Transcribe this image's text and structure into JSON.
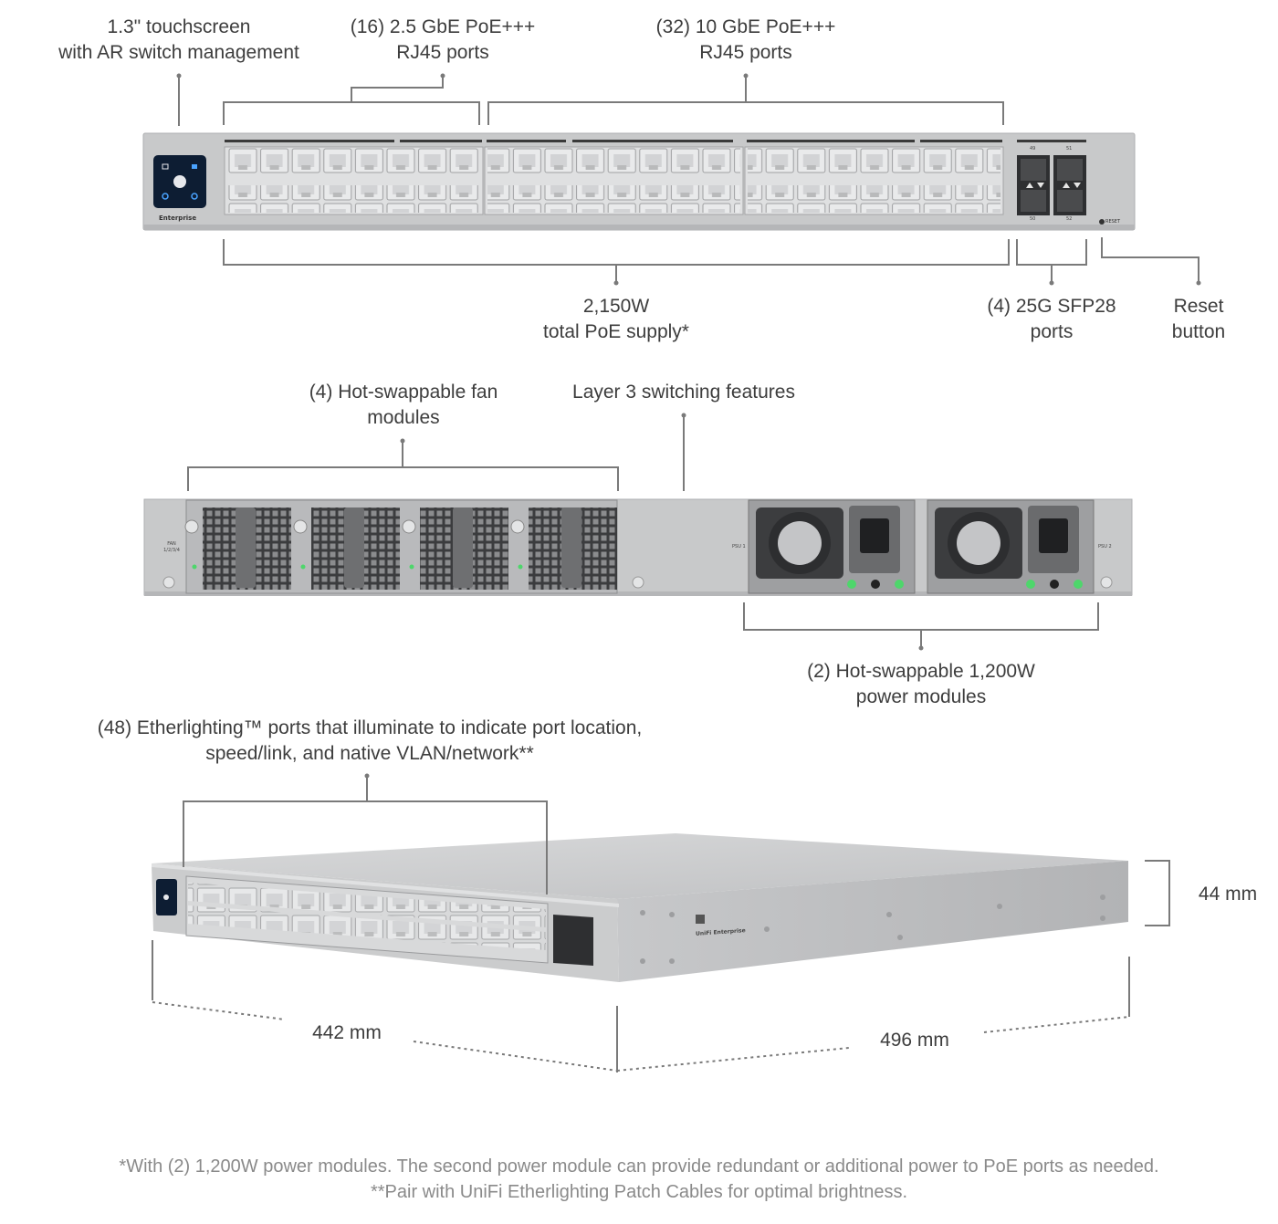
{
  "front_view": {
    "touchscreen": [
      "1.3\" touchscreen",
      "with AR switch management"
    ],
    "ports_2_5g": [
      "(16) 2.5 GbE PoE+++",
      "RJ45 ports"
    ],
    "ports_10g": [
      "(32) 10 GbE PoE+++",
      "RJ45 ports"
    ],
    "poe_supply": [
      "2,150W",
      "total PoE supply*"
    ],
    "sfp28": [
      "(4) 25G SFP28",
      "ports"
    ],
    "reset": [
      "Reset",
      "button"
    ],
    "panel_brand": "Enterprise",
    "reset_print": "RESET",
    "sfp_numbers": [
      "49",
      "51",
      "50",
      "52"
    ]
  },
  "rear_view": {
    "fans": [
      "(4) Hot-swappable fan",
      "modules"
    ],
    "layer3": "Layer 3 switching features",
    "psu": [
      "(2) Hot-swappable 1,200W",
      "power modules"
    ],
    "fan_print": "FAN 1/2/3/4",
    "psu1_print": "PSU 1",
    "psu2_print": "PSU 2"
  },
  "iso_view": {
    "etherlighting": [
      "(48) Etherlighting™ ports that illuminate to indicate port location,",
      "speed/link, and native VLAN/network**"
    ],
    "height": "44 mm",
    "width": "442 mm",
    "depth": "496 mm",
    "side_brand": "UniFi Enterprise"
  },
  "footnotes": [
    "*With (2) 1,200W power modules. The second power module can provide redundant or additional power to PoE ports as needed.",
    "**Pair with UniFi Etherlighting Patch Cables for optimal brightness."
  ],
  "colors": {
    "chassis": "#c8c9ca",
    "line": "#7a7a7a",
    "screen": "#0d1d33",
    "led": "#4ed66b"
  }
}
